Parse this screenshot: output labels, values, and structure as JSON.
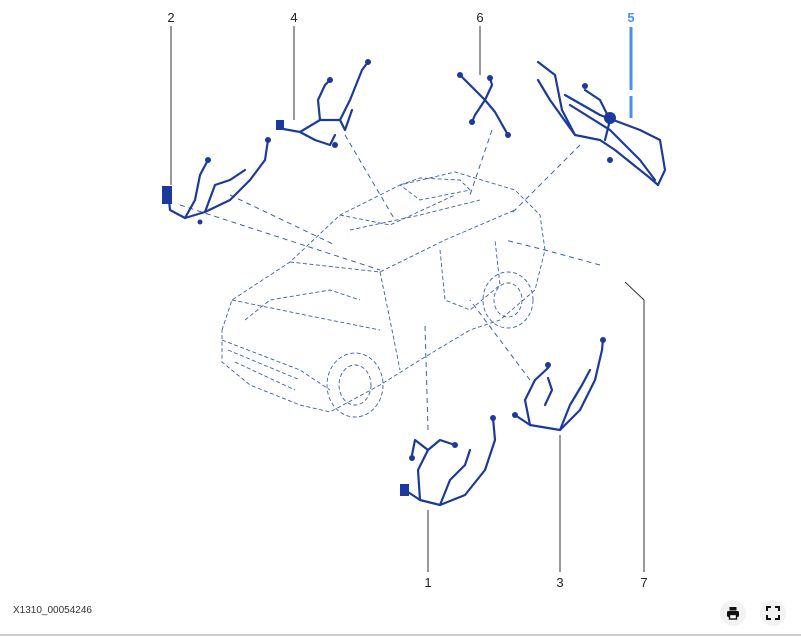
{
  "diagram": {
    "callouts": [
      {
        "id": "1",
        "label": "1"
      },
      {
        "id": "2",
        "label": "2"
      },
      {
        "id": "3",
        "label": "3"
      },
      {
        "id": "4",
        "label": "4"
      },
      {
        "id": "5",
        "label": "5",
        "highlighted": true
      },
      {
        "id": "6",
        "label": "6"
      },
      {
        "id": "7",
        "label": "7"
      }
    ],
    "highlight_color": "#4a90f0",
    "line_color": "#1c3a9e"
  },
  "footer": {
    "image_id": "X1310_00054246",
    "print_icon": "printer-icon",
    "fullscreen_icon": "fullscreen-icon"
  }
}
